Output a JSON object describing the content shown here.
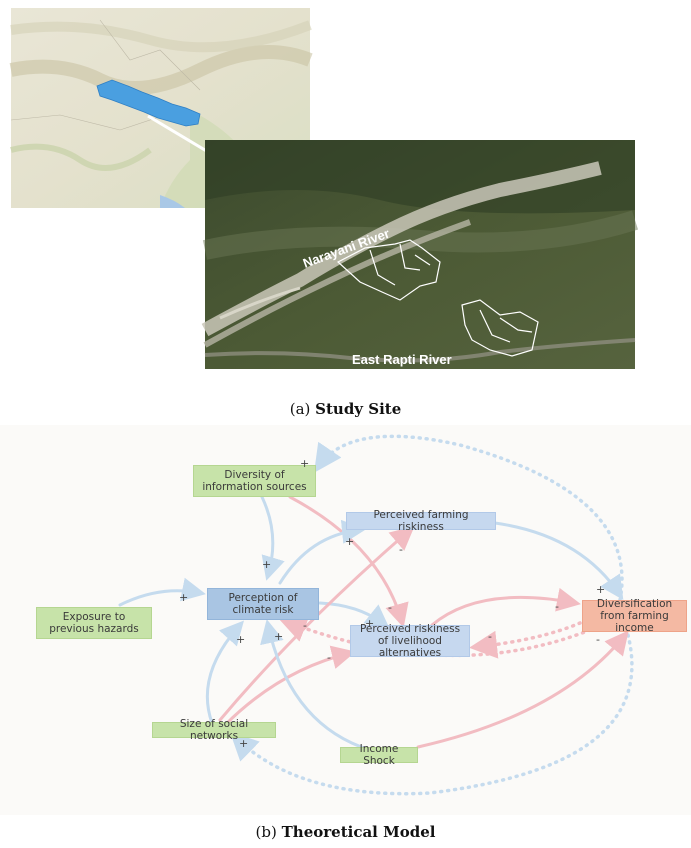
{
  "map": {
    "river1": "Narayani River",
    "river2": "East Rapti River"
  },
  "captions": {
    "a_prefix": "(a)",
    "a_bold": "Study Site",
    "b_prefix": "(b)",
    "b_bold": "Theoretical Model"
  },
  "nodes": {
    "diversity": "Diversity of information sources",
    "farming_risk": "Perceived farming riskiness",
    "climate_risk": "Perception of climate risk",
    "exposure": "Exposure to previous hazards",
    "livelihood": "Perceived riskiness of livelihood alternatives",
    "diversification": "Diversification from farming income",
    "social": "Size of social networks",
    "income": "Income Shock"
  },
  "signs": {
    "plus": "+",
    "minus": "-"
  },
  "colors": {
    "positive_link": "#c5dbee",
    "negative_link": "#f2bcc2",
    "green_node": "#c7e3a9",
    "blue_node": "#a9c5e3",
    "salmon_node": "#f4b9a3"
  }
}
